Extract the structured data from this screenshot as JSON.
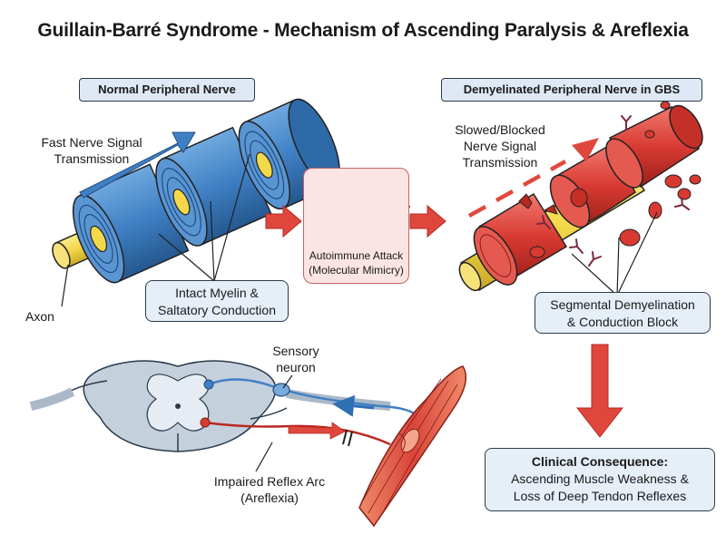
{
  "title": "Guillain-Barré Syndrome - Mechanism of Ascending Paralysis & Areflexia",
  "normal": {
    "label": "Normal Peripheral Nerve",
    "signal": [
      "Fast Nerve Signal",
      "Transmission"
    ],
    "axon": "Axon",
    "myelin": [
      "Intact Myelin &",
      "Saltatory Conduction"
    ]
  },
  "autoimmune": {
    "line1": "Autoimmune Attack",
    "line2": "(Molecular Mimicry)"
  },
  "demyelinated": {
    "label": "Demyelinated Peripheral Nerve in GBS",
    "signal": [
      "Slowed/Blocked",
      "Nerve Signal",
      "Transmission"
    ],
    "block": [
      "Segmental Demyelination",
      "& Conduction Block"
    ]
  },
  "reflex": {
    "sensory": [
      "Sensory",
      "neuron"
    ],
    "impaired": [
      "Impaired Reflex Arc",
      "(Areflexia)"
    ]
  },
  "consequence": {
    "heading": "Clinical Consequence:",
    "lines": [
      "Ascending Muscle Weakness &",
      "Loss of Deep Tendon Reflexes"
    ]
  },
  "colors": {
    "myelin_blue": "#3f80c4",
    "axon_yellow": "#f3d84a",
    "damage_red": "#d83a32",
    "label_bg": "#dfe9f5",
    "attack_bg": "#fbe4e4"
  }
}
